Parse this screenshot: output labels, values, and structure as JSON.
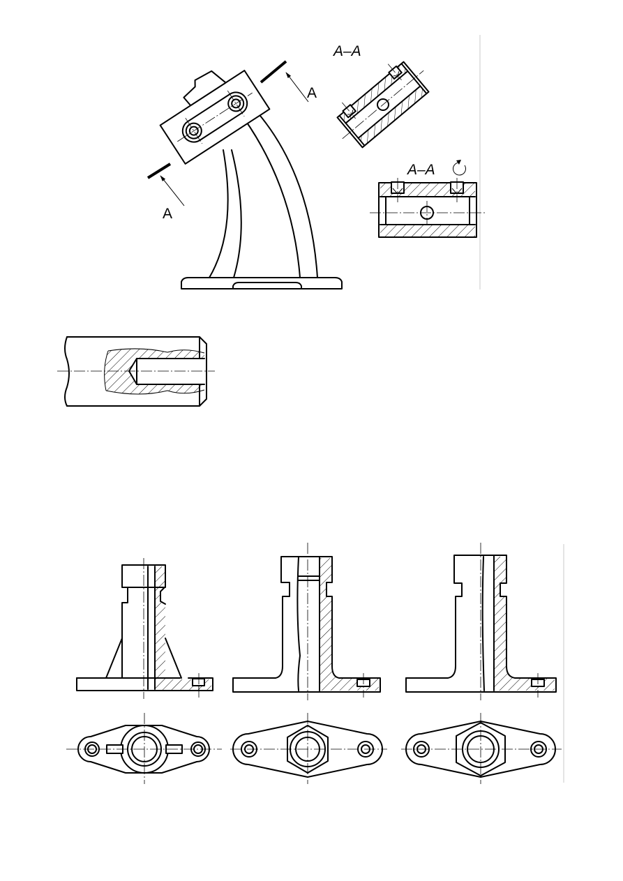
{
  "labels": {
    "section_upper": "A–A",
    "section_lower": "A–A",
    "arrow_top": "A",
    "arrow_bottom": "A"
  },
  "icons": {
    "rotation": "rotation-arrow-icon"
  },
  "colors": {
    "line": "#000000",
    "background": "#ffffff"
  }
}
